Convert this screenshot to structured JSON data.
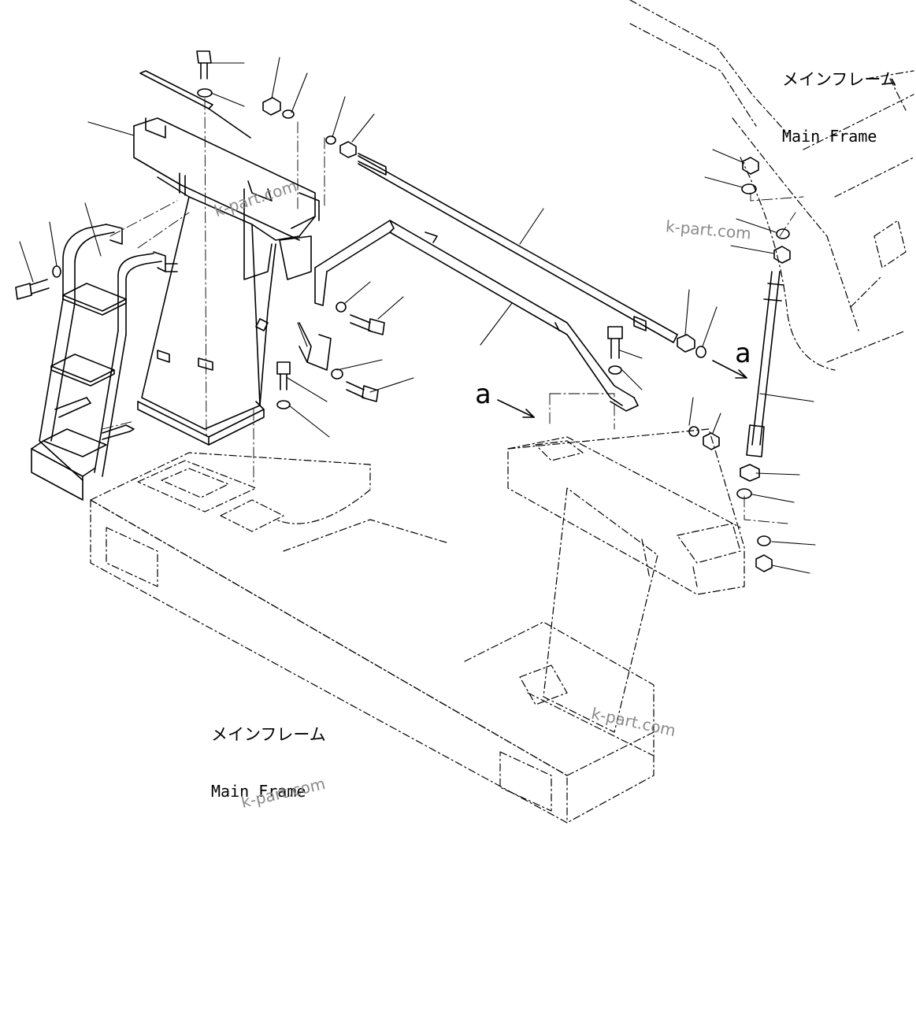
{
  "labels": {
    "main_frame_top": {
      "jp": "メインフレーム",
      "en": "Main Frame"
    },
    "main_frame_bottom": {
      "jp": "メインフレーム",
      "en": "Main Frame"
    }
  },
  "callouts": {
    "arrow_a_left": "a",
    "arrow_a_right": "a"
  },
  "watermarks": [
    "k-part.com",
    "k-part.com",
    "k-part.com",
    "k-part.com"
  ],
  "colors": {
    "line": "#000000",
    "watermark": "#8a8a8a"
  }
}
